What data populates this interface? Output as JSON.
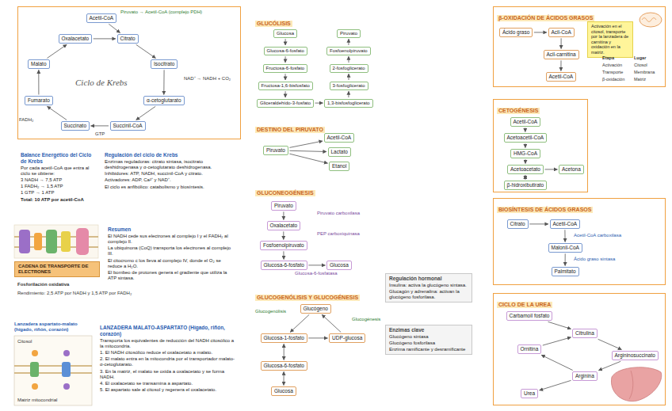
{
  "diagram": {
    "nodes": [
      {
        "text": [
          "Ciclo de Krebs"
        ]
      },
      {
        "text": [
          "Acetil-CoA"
        ],
        "in": 0
      },
      {
        "text": [
          "Citrato"
        ],
        "in": 0
      },
      {
        "text": [
          "Isocitrato"
        ],
        "in": 0
      },
      {
        "text": [
          "α-cetoglutarato"
        ],
        "in": 0
      },
      {
        "text": [
          "Succinil-CoA"
        ],
        "in": 0
      },
      {
        "text": [
          "Succinato"
        ],
        "in": 0
      },
      {
        "text": [
          "Fumarato"
        ],
        "in": 0
      },
      {
        "text": [
          "Malato"
        ],
        "in": 0
      },
      {
        "text": [
          "Oxalacetato"
        ],
        "in": 0
      },
      {
        "text": [
          "Balance Energético del Ciclo de Krebs",
          "Por cada acetil-CoA que entra al ciclo se obtiene:",
          "3 NADH → 7,5 ATP",
          "1 FADH₂ → 1,5 ATP",
          "1 GTP → 1 ATP",
          "Total: 10 ATP por acetil-CoA"
        ]
      },
      {
        "text": [
          "Regulación del ciclo de Krebs",
          "Enzimas reguladoras: citrato sintasa, isocitrato deshidrogenasa y α-cetoglutarato deshidrogenasa.",
          "Inhibidores: ATP, NADH, succinil-CoA y citrato.",
          "Activadores: ADP, Ca²⁺ y NAD⁺.",
          "El ciclo es anfibólico: catabolismo y biosíntesis."
        ]
      },
      {
        "text": [
          "CADENA DE TRANSPORTE DE ELECTRONES"
        ]
      },
      {
        "text": [
          "Resumen",
          "El NADH cede sus electrones al complejo I y el FADH₂ al complejo II.",
          "La ubiquinona (CoQ) transporta los electrones al complejo III.",
          "El citocromo c los lleva al complejo IV, donde el O₂ se reduce a H₂O.",
          "El bombeo de protones genera el gradiente que utiliza la ATP sintasa."
        ]
      },
      {
        "text": [
          "LANZADERA MALATO-ASPARTATO (Hígado, riñón, corazón)",
          "Transporta los equivalentes de reducción del NADH citosólico a la mitocondria.",
          "1. El NADH citosólico reduce el oxalacetato a malato.",
          "2. El malato entra en la mitocondria por el transportador malato-α-cetoglutarato.",
          "3. En la matriz, el malato se oxida a oxalacetato y se forma NADH.",
          "4. El oxalacetato se transamina a aspartato.",
          "5. El aspartato sale al citosol y regenera el oxalacetato."
        ]
      },
      {
        "text": [
          "GLUCÓLISIS"
        ]
      },
      {
        "text": [
          "Glucosa"
        ],
        "in": 15
      },
      {
        "text": [
          "Glucosa-6-fosfato"
        ],
        "in": 15
      },
      {
        "text": [
          "Fructosa-6-fosfato"
        ],
        "in": 15
      },
      {
        "text": [
          "Fructosa-1,6-bisfosfato"
        ],
        "in": 15
      },
      {
        "text": [
          "Gliceraldehído-3-fosfato"
        ],
        "in": 15
      },
      {
        "text": [
          "1,3-bisfosfoglicerato"
        ],
        "in": 15
      },
      {
        "text": [
          "3-fosfoglicerato"
        ],
        "in": 15
      },
      {
        "text": [
          "2-fosfoglicerato"
        ],
        "in": 15
      },
      {
        "text": [
          "Fosfoenolpiruvato"
        ],
        "in": 15
      },
      {
        "text": [
          "Piruvato"
        ],
        "in": 15
      },
      {
        "text": [
          "DESTINO DEL PIRUVATO"
        ]
      },
      {
        "text": [
          "Piruvato"
        ],
        "in": 26
      },
      {
        "text": [
          "Acetil-CoA"
        ],
        "in": 26
      },
      {
        "text": [
          "Lactato"
        ],
        "in": 26
      },
      {
        "text": [
          "Etanol"
        ],
        "in": 26
      },
      {
        "text": [
          "GLUCONEOGÉNESIS"
        ]
      },
      {
        "text": [
          "Piruvato"
        ],
        "in": 31
      },
      {
        "text": [
          "Oxalacetato"
        ],
        "in": 31
      },
      {
        "text": [
          "Fosfoenolpiruvato"
        ],
        "in": 31
      },
      {
        "text": [
          "Glucosa-6-fosfato"
        ],
        "in": 31
      },
      {
        "text": [
          "Glucosa"
        ],
        "in": 31
      },
      {
        "text": [
          "GLUCOGENÓLISIS Y GLUCOGÉNESIS"
        ]
      },
      {
        "text": [
          "Glucógeno"
        ],
        "in": 37
      },
      {
        "text": [
          "Glucosa-1-fosfato"
        ],
        "in": 37
      },
      {
        "text": [
          "UDP-glucosa"
        ],
        "in": 37
      },
      {
        "text": [
          "Glucosa-6-fosfato"
        ],
        "in": 37
      },
      {
        "text": [
          "Glucosa"
        ],
        "in": 37
      },
      {
        "text": [
          "Regulación hormonal",
          "Insulina: activa la glucógeno sintasa.",
          "Glucagón y adrenalina: activan la glucógeno fosforilasa."
        ]
      },
      {
        "text": [
          "Enzimas clave",
          "Glucógeno sintasa",
          "Glucógeno fosforilasa",
          "Enzima ramificante y desramificante"
        ]
      },
      {
        "text": [
          "β-OXIDACIÓN DE ÁCIDOS GRASOS"
        ]
      },
      {
        "text": [
          "Ácido graso"
        ],
        "in": 45
      },
      {
        "text": [
          "Acil-CoA"
        ],
        "in": 45
      },
      {
        "text": [
          "Acil-carnitina"
        ],
        "in": 45
      },
      {
        "text": [
          "Acetil-CoA"
        ],
        "in": 45
      },
      {
        "text": [
          "Activación en el citosol, transporte por la lanzadera de carnitina y oxidación en la matriz."
        ],
        "in": 45
      },
      {
        "text": [
          "CETOGÉNESIS"
        ]
      },
      {
        "text": [
          "Acetil-CoA"
        ],
        "in": 51
      },
      {
        "text": [
          "Acetoacetil-CoA"
        ],
        "in": 51
      },
      {
        "text": [
          "HMG-CoA"
        ],
        "in": 51
      },
      {
        "text": [
          "Acetoacetato"
        ],
        "in": 51
      },
      {
        "text": [
          "β-hidroxibutirato"
        ],
        "in": 51
      },
      {
        "text": [
          "Acetona"
        ],
        "in": 51
      },
      {
        "text": [
          "BIOSÍNTESIS DE ÁCIDOS GRASOS"
        ]
      },
      {
        "text": [
          "Citrato"
        ],
        "in": 58
      },
      {
        "text": [
          "Acetil-CoA"
        ],
        "in": 58
      },
      {
        "text": [
          "Malonil-CoA"
        ],
        "in": 58
      },
      {
        "text": [
          "Palmitato"
        ],
        "in": 58
      },
      {
        "text": [
          "CICLO DE LA UREA"
        ]
      },
      {
        "text": [
          "Carbamoil fosfato"
        ],
        "in": 63
      },
      {
        "text": [
          "Ornitina"
        ],
        "in": 63
      },
      {
        "text": [
          "Citrulina"
        ],
        "in": 63
      },
      {
        "text": [
          "Argininosuccinato"
        ],
        "in": 63
      },
      {
        "text": [
          "Arginina"
        ],
        "in": 63
      },
      {
        "text": [
          "Urea"
        ],
        "in": 63
      }
    ],
    "edges": [
      {
        "from": 1,
        "to": 2,
        "arrow": "to"
      },
      {
        "from": 9,
        "to": 2,
        "arrow": "to"
      },
      {
        "from": 2,
        "to": 3,
        "arrow": "to"
      },
      {
        "from": 3,
        "to": 4,
        "arrow": "to"
      },
      {
        "from": 4,
        "to": 5,
        "arrow": "to"
      },
      {
        "from": 5,
        "to": 6,
        "arrow": "to"
      },
      {
        "from": 6,
        "to": 7,
        "arrow": "to"
      },
      {
        "from": 7,
        "to": 8,
        "arrow": "to"
      },
      {
        "from": 8,
        "to": 9,
        "arrow": "to"
      },
      {
        "from": 16,
        "to": 17,
        "arrow": "to"
      },
      {
        "from": 17,
        "to": 18,
        "arrow": "to"
      },
      {
        "from": 18,
        "to": 19,
        "arrow": "to"
      },
      {
        "from": 19,
        "to": 20,
        "arrow": "to"
      },
      {
        "from": 20,
        "to": 21,
        "arrow": "to"
      },
      {
        "from": 21,
        "to": 22,
        "arrow": "to"
      },
      {
        "from": 22,
        "to": 23,
        "arrow": "to"
      },
      {
        "from": 23,
        "to": 24,
        "arrow": "to"
      },
      {
        "from": 24,
        "to": 25,
        "arrow": "to"
      },
      {
        "from": 27,
        "to": 28,
        "arrow": "to"
      },
      {
        "from": 27,
        "to": 29,
        "arrow": "to"
      },
      {
        "from": 27,
        "to": 30,
        "arrow": "to"
      },
      {
        "from": 32,
        "to": 33,
        "arrow": "to"
      },
      {
        "from": 33,
        "to": 34,
        "arrow": "to"
      },
      {
        "from": 34,
        "to": 35,
        "arrow": "to"
      },
      {
        "from": 35,
        "to": 36,
        "arrow": "to"
      },
      {
        "from": 38,
        "to": 39,
        "arrow": "to"
      },
      {
        "from": 39,
        "to": 40,
        "arrow": "to"
      },
      {
        "from": 40,
        "to": 38,
        "arrow": "to"
      },
      {
        "from": 39,
        "to": 41,
        "arrow": "both"
      },
      {
        "from": 41,
        "to": 42,
        "arrow": "both"
      },
      {
        "from": 46,
        "to": 47,
        "arrow": "to"
      },
      {
        "from": 47,
        "to": 48,
        "arrow": "to"
      },
      {
        "from": 48,
        "to": 49,
        "arrow": "to"
      },
      {
        "from": 52,
        "to": 53,
        "arrow": "to"
      },
      {
        "from": 53,
        "to": 54,
        "arrow": "to"
      },
      {
        "from": 54,
        "to": 55,
        "arrow": "to"
      },
      {
        "from": 55,
        "to": 56,
        "arrow": "both"
      },
      {
        "from": 55,
        "to": 57,
        "arrow": "to"
      },
      {
        "from": 59,
        "to": 60,
        "arrow": "to"
      },
      {
        "from": 60,
        "to": 61,
        "arrow": "to"
      },
      {
        "from": 61,
        "to": 62,
        "arrow": "to"
      },
      {
        "from": 64,
        "to": 66,
        "arrow": "to"
      },
      {
        "from": 65,
        "to": 66,
        "arrow": "to"
      },
      {
        "from": 66,
        "to": 67,
        "arrow": "to"
      },
      {
        "from": 67,
        "to": 68,
        "arrow": "to"
      },
      {
        "from": 68,
        "to": 65,
        "arrow": "to"
      },
      {
        "from": 68,
        "to": 69,
        "arrow": "to"
      }
    ],
    "labels": [
      "NAD⁺ → NADH + CO₂",
      "GTP",
      "FADH₂",
      "Fosforilación oxidativa",
      "Rendimiento: 2,5 ATP por NADH y 1,5 ATP por FADH₂",
      "Lanzadera aspartato-malato (hígado, riñón, corazón)",
      "Citosol",
      "Matriz mitocondrial",
      "Piruvato carboxilasa",
      "PEP carboxiquinasa",
      "Glucosa-6-fosfatasa",
      "Glucogenólisis",
      "Glucogénesis",
      "Etapa",
      "Lugar",
      "Activación",
      "Citosol",
      "Transporte",
      "Membrana",
      "β-oxidación",
      "Matriz",
      "Acetil-CoA carboxilasa",
      "Ácido graso sintasa",
      "Piruvato → Acetil-CoA (complejo PDH)"
    ]
  }
}
